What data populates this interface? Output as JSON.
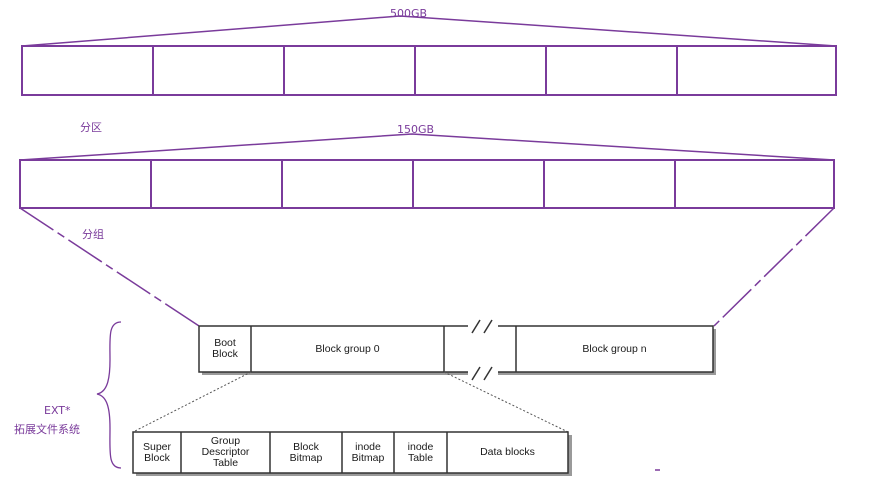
{
  "labels": {
    "disk_size": "500GB",
    "partition_size": "150GB",
    "partition_label": "分区",
    "group_label": "分组",
    "fs_label_line1": "EXT*",
    "fs_label_line2": "拓展文件系统"
  },
  "filesystem_row": {
    "boot_block": [
      "Boot",
      "Block"
    ],
    "block_group_0": "Block group 0",
    "block_group_n": "Block group n"
  },
  "block_group_row": {
    "cells": [
      [
        "Super",
        "Block"
      ],
      [
        "Group",
        "Descriptor",
        "Table"
      ],
      [
        "Block",
        "Bitmap"
      ],
      [
        "inode",
        "Bitmap"
      ],
      [
        "inode",
        "Table"
      ],
      [
        "Data blocks"
      ]
    ]
  },
  "colors": {
    "accent": "#7a3b9b",
    "line": "#333333",
    "shadow": "#9a9a9a"
  }
}
